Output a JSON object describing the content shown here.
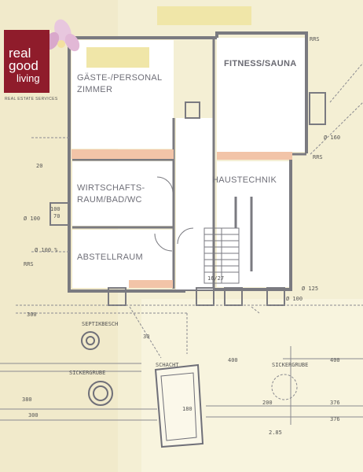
{
  "logo": {
    "line1": "real",
    "line2": "good",
    "line3": "living",
    "subtitle": "REAL ESTATE SERVICES",
    "brand_color": "#8f1c2b"
  },
  "rooms": {
    "guest_room_line1": "GÄSTE-/PERSONAL",
    "guest_room_line2": "ZIMMER",
    "fitness_sauna": "FITNESS/SAUNA",
    "utility_line1": "WIRTSCHAFTS-",
    "utility_line2": "RAUM/BAD/WC",
    "house_technic": "HAUSTECHNIK",
    "storage": "ABSTELLRAUM"
  },
  "site_labels": {
    "septic": "SEPTIKBESCH",
    "seepage_pit": "SICKERGRUBE",
    "seepage_right": "SICKERGRUBE",
    "shaft": "SCHACHT"
  },
  "dimension_labels": {
    "rrs_top": "RRS",
    "rrs_left": "RRS",
    "rrs_right": "RRS",
    "d160": "Ø 160",
    "d100_left": "Ø 100",
    "d100_mid": "Ø 100 %",
    "d100_right": "Ø 100",
    "d125": "Ø 125",
    "d20": "20",
    "d300_left": "300",
    "d300_bottom": "300",
    "d400_right": "400",
    "d400_mid": "400",
    "d380": "380",
    "d376a": "376",
    "d376b": "376",
    "d200": "200",
    "d285": "2.85",
    "d180": "180",
    "d100": "100",
    "d70": "70",
    "d30": "30",
    "stair": "16/27"
  },
  "colors": {
    "paper": "#f4efd4",
    "walls": "#7a7a80",
    "room_fill": "#ffffff",
    "highlight": "#f2c4a8",
    "accent_yellow": "#f0e6a8"
  }
}
